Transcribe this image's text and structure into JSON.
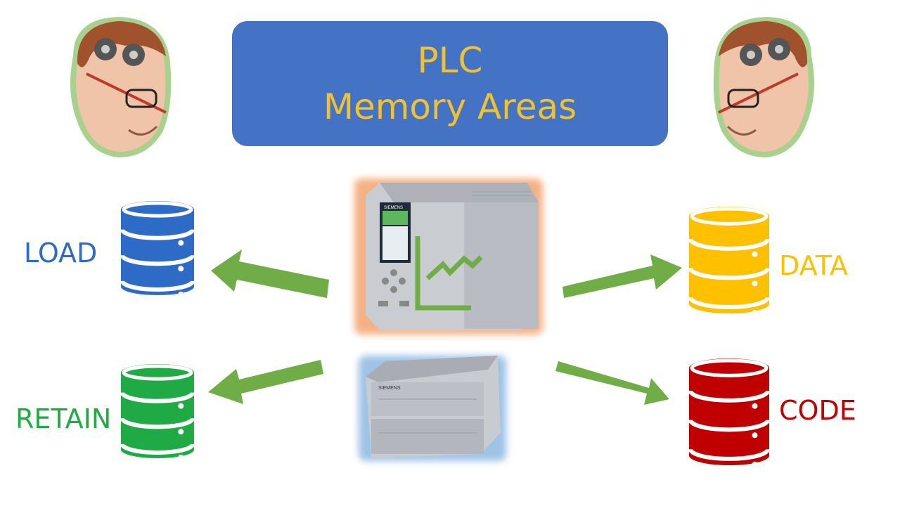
{
  "title": {
    "line1": "PLC",
    "line2": "Memory Areas"
  },
  "memory_areas": [
    {
      "key": "load",
      "label": "LOAD",
      "color": "#2e6bc6"
    },
    {
      "key": "retain",
      "label": "RETAIN",
      "color": "#1faa46"
    },
    {
      "key": "data",
      "label": "DATA",
      "color": "#ffc000"
    },
    {
      "key": "code",
      "label": "CODE",
      "color": "#c00000"
    }
  ],
  "colors": {
    "title_bg": "#4472c4",
    "title_text": "#f2c12e",
    "arrow": "#70ad47",
    "cpu_glow": "#f4b183",
    "compact_cpu_glow": "#9dc3e6",
    "presenter_glow": "#a9d18e"
  },
  "icons": {
    "cpu_brand": "SIEMENS",
    "compact_brand": "SIEMENS"
  }
}
